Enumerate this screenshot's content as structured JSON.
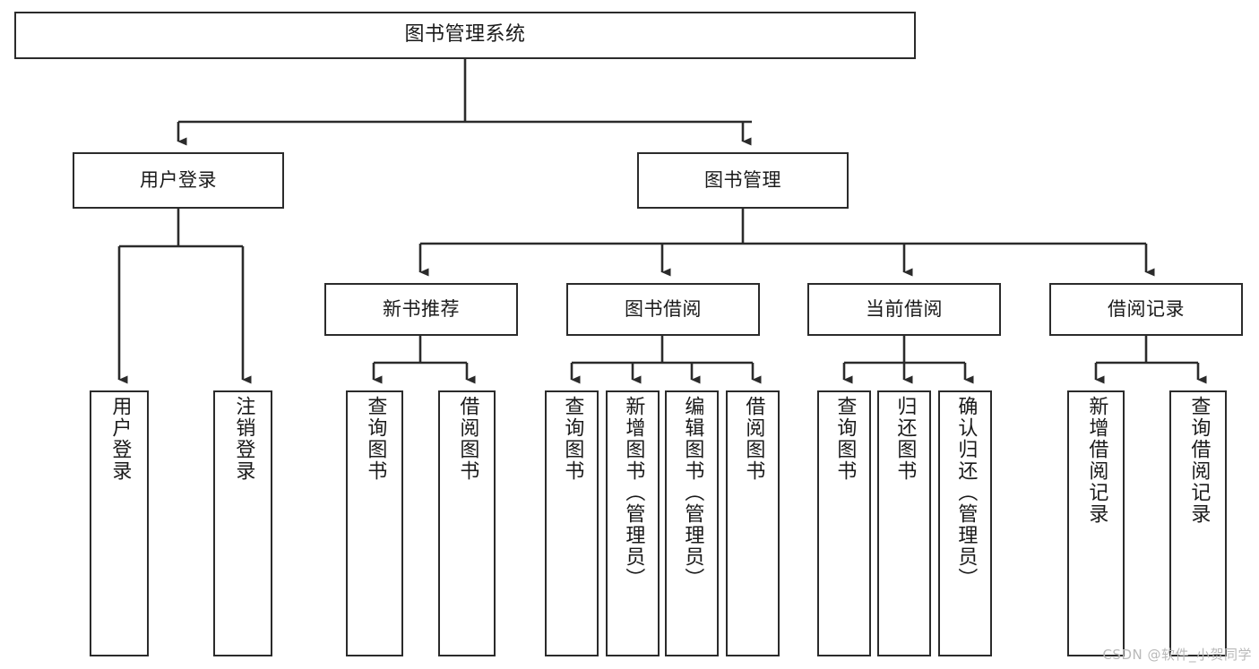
{
  "diagram": {
    "title": "图书管理系统",
    "type": "tree-hierarchy-chart",
    "line_color": "#2b2b2b",
    "box_fill": "#ffffff",
    "text_color": "#1a1a1a",
    "watermark": "CSDN @软件_小贺同学",
    "levels": {
      "root": {
        "label": "图书管理系统"
      },
      "level2": [
        {
          "label": "用户登录"
        },
        {
          "label": "图书管理"
        }
      ],
      "level3": [
        {
          "label": "新书推荐"
        },
        {
          "label": "图书借阅"
        },
        {
          "label": "当前借阅"
        },
        {
          "label": "借阅记录"
        }
      ]
    },
    "leaves": {
      "user_login": [
        {
          "label": "用户登录"
        },
        {
          "label": "注销登录"
        }
      ],
      "new_book_recommend": [
        {
          "label": "查询图书"
        },
        {
          "label": "借阅图书"
        }
      ],
      "book_borrow": [
        {
          "label": "查询图书"
        },
        {
          "label": "新增图书（管理员）"
        },
        {
          "label": "编辑图书（管理员）"
        },
        {
          "label": "借阅图书"
        }
      ],
      "current_borrow": [
        {
          "label": "查询图书"
        },
        {
          "label": "归还图书"
        },
        {
          "label": "确认归还（管理员）"
        }
      ],
      "borrow_record": [
        {
          "label": "新增借阅记录"
        },
        {
          "label": "查询借阅记录"
        }
      ]
    }
  }
}
